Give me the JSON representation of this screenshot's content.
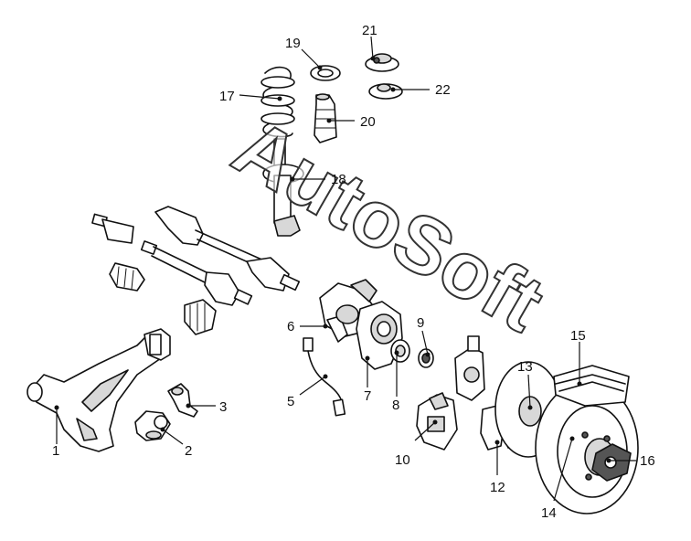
{
  "watermark": "AutoSoft",
  "callouts": {
    "c1": "1",
    "c2": "2",
    "c3": "3",
    "c5": "5",
    "c6": "6",
    "c7": "7",
    "c8": "8",
    "c9": "9",
    "c10": "10",
    "c12": "12",
    "c13": "13",
    "c14": "14",
    "c15": "15",
    "c16": "16",
    "c17": "17",
    "c18": "18",
    "c19": "19",
    "c20": "20",
    "c21": "21",
    "c22": "22"
  }
}
